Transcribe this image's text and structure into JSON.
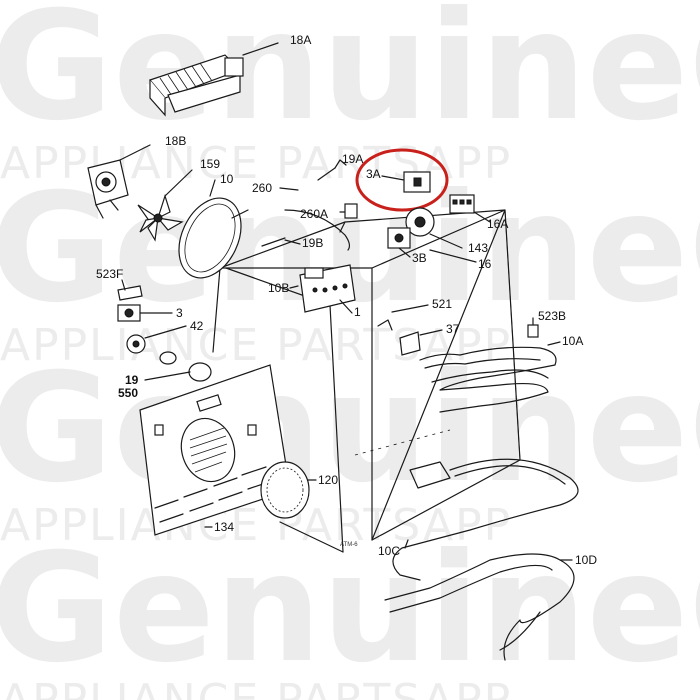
{
  "watermark": {
    "rows": [
      {
        "kind": "brand",
        "text": "GenuineG"
      },
      {
        "kind": "tagline",
        "text": "APPLIANCE PARTSAPP"
      },
      {
        "kind": "brand",
        "text": "GenuineG"
      },
      {
        "kind": "tagline",
        "text": "APPLIANCE PARTSAPP"
      },
      {
        "kind": "brand",
        "text": "GenuineG"
      },
      {
        "kind": "tagline",
        "text": "APPLIANCE PARTSAPP"
      },
      {
        "kind": "brand",
        "text": "GenuineG"
      },
      {
        "kind": "tagline",
        "text": "APPLIANCE PARTSAPP"
      }
    ]
  },
  "highlight": {
    "part": "3A",
    "color": "#c8201a"
  },
  "part_labels": {
    "p18A": "18A",
    "p18B": "18B",
    "p159": "159",
    "p10": "10",
    "p260": "260",
    "p19A": "19A",
    "p3A": "3A",
    "p260A": "260A",
    "p16A": "16A",
    "p143": "143",
    "p3B": "3B",
    "p16": "16",
    "p19B": "19B",
    "p523F": "523F",
    "p10B": "10B",
    "p1": "1",
    "p521": "521",
    "p3": "3",
    "p42": "42",
    "p37": "37",
    "p523B": "523B",
    "p10A": "10A",
    "p19": "19",
    "p550": "550",
    "p120": "120",
    "p134": "134",
    "p10C": "10C",
    "p10D": "10D",
    "stamp": "ATM-6"
  }
}
